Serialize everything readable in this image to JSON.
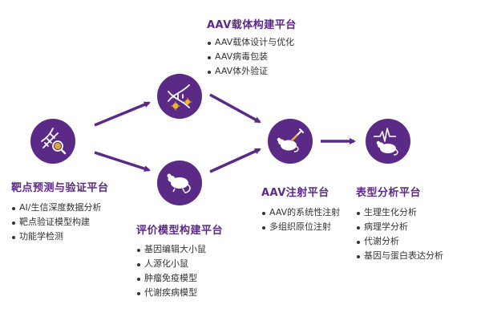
{
  "colors": {
    "accent": "#5b2a86",
    "arrow": "#5b2a86",
    "text": "#333333",
    "gold": "#f2b52e"
  },
  "platforms": {
    "target": {
      "icon": "dna-magnifier-icon",
      "title": "靶点预测与验证平台",
      "items": [
        "AI/生信深度数据分析",
        "靶点验证模型构建",
        "功能学检测"
      ]
    },
    "vector": {
      "icon": "dna-virus-icon",
      "title": "AAV载体构建平台",
      "items": [
        "AAV载体设计与优化",
        "AAV病毒包装",
        "AAV体外验证"
      ]
    },
    "model": {
      "icon": "mouse-icon",
      "title": "评价模型构建平台",
      "items": [
        "基因编辑大小鼠",
        "人源化小鼠",
        "肿瘤免疫模型",
        "代谢疾病模型"
      ]
    },
    "injection": {
      "icon": "mouse-syringe-icon",
      "title": "AAV注射平台",
      "items": [
        "AAV的系统性注射",
        "多组织原位注射"
      ]
    },
    "phenotype": {
      "icon": "mouse-pulse-icon",
      "title": "表型分析平台",
      "items": [
        "生理生化分析",
        "病理学分析",
        "代谢分析",
        "基因与蛋白表达分析"
      ]
    }
  }
}
